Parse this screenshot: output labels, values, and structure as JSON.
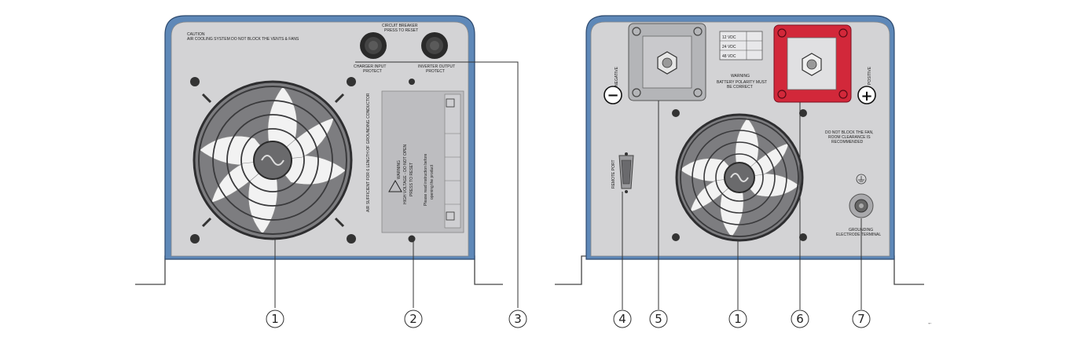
{
  "left_panel": {
    "caution_title": "CAUTION",
    "caution_text": "AIR COOLING SYSTEM DO NOT BLOCK THE VENTS & FANS",
    "breaker_title": "CIRCUIT BREAKER",
    "breaker_sub": "PRESS TO RESET",
    "charger_label_1": "CHARGER INPUT",
    "charger_label_2": "PROTECT",
    "inverter_label_1": "INVERTER OUTPUT",
    "inverter_label_2": "PROTECT",
    "side_note": "AIR SUFFICIENT FOR 6 LENGTH OF GROUNDING CONDUCTOR",
    "warning_title": "WARNING",
    "warning_text_1": "HIGH VOLTAGE - DO NOT OPEN",
    "warning_text_2": "PRESS TO RESET",
    "warning_text_3": "Please read instruction before",
    "warning_text_4": "opening the product"
  },
  "right_panel": {
    "negative_label": "NEGATIVE",
    "positive_label": "POSITIVE",
    "negative_sign": "−",
    "positive_sign": "+",
    "voltage_options": [
      "12 VDC",
      "24 VDC",
      "48 VDC"
    ],
    "battery_warning_title": "WARNING",
    "battery_warning_text_1": "BATTERY POLARITY MUST",
    "battery_warning_text_2": "BE CORRECT",
    "remote_port_label": "REMOTE PORT",
    "fan_note_1": "DO NOT BLOCK THE FAN,",
    "fan_note_2": "ROOM CLEARANCE IS",
    "fan_note_3": "RECOMMENDED",
    "ground_label_1": "GROUNDING",
    "ground_label_2": "ELECTRODE TERMINAL"
  },
  "callouts": [
    "1",
    "2",
    "3",
    "4",
    "5",
    "1",
    "6",
    "7"
  ],
  "trailing_mark": "←",
  "colors": {
    "panel": "#d3d3d5",
    "frame": "#5e88b8",
    "terminal_red": "#d2283a",
    "terminal_gray": "#b4b5b8"
  }
}
